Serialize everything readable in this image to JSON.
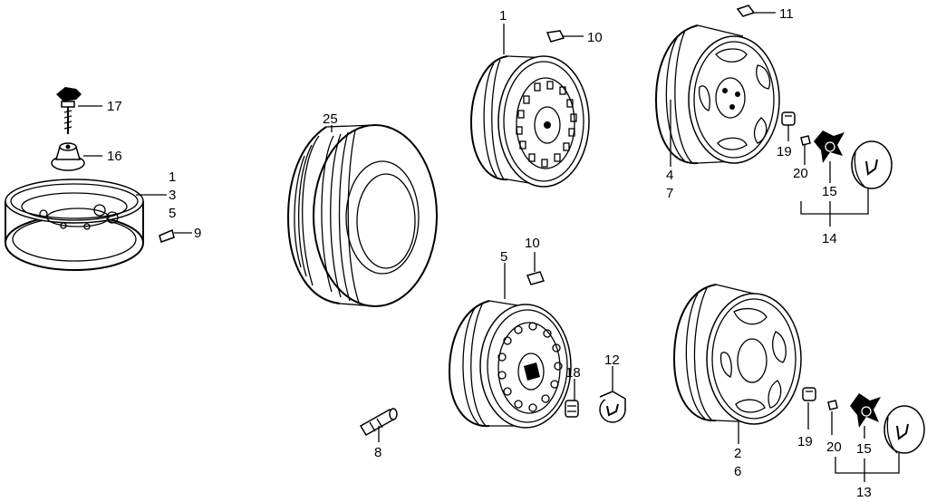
{
  "diagram": {
    "type": "exploded-parts-diagram",
    "icons": [
      "spare-wheel-icon",
      "tire-icon",
      "steel-wheel-icon",
      "alloy-wheel-icon",
      "hubcap-icon",
      "wheel-nut-icon",
      "valve-stem-icon",
      "balance-weight-icon",
      "center-cap-icon"
    ],
    "callouts": {
      "spare_1": "1",
      "spare_3": "3",
      "spare_5": "5",
      "weight_9": "9",
      "bolt_17": "17",
      "spacer_16": "16",
      "tire_25": "25",
      "valve_8": "8",
      "steel_1": "1",
      "weight_10_top": "10",
      "alloy_4": "4",
      "alloy_7": "7",
      "weight_11": "11",
      "nut_19_top": "19",
      "clip_20_top": "20",
      "ring_15_top": "15",
      "cap_14": "14",
      "steel_5": "5",
      "weight_10_mid": "10",
      "nut_18": "18",
      "cap_12": "12",
      "alloy_2": "2",
      "alloy_6": "6",
      "nut_19_bot": "19",
      "clip_20_bot": "20",
      "ring_15_bot": "15",
      "cap_13": "13"
    }
  }
}
